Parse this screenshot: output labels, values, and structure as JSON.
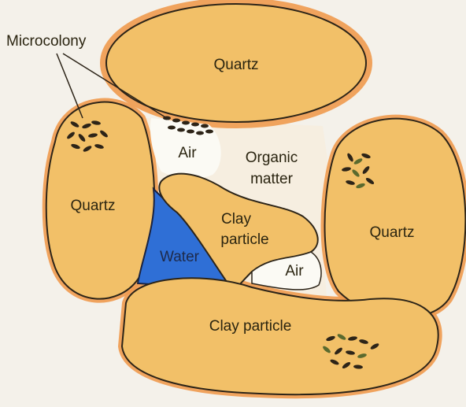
{
  "labels": {
    "microcolony": "Microcolony",
    "quartz_top": "Quartz",
    "quartz_left": "Quartz",
    "quartz_right": "Quartz",
    "air_top": "Air",
    "organic_matter_line1": "Organic",
    "organic_matter_line2": "matter",
    "clay_center_line1": "Clay",
    "clay_center_line2": "particle",
    "water": "Water",
    "air_bottom": "Air",
    "clay_bottom": "Clay particle"
  },
  "colors": {
    "quartz_fill": "#f2c068",
    "clay_fill": "#f2c068",
    "halo": "#ef9a4e",
    "water": "#2f6fd6",
    "air": "#fbfaf4",
    "organic_matter": "#f6eee0",
    "outline": "#2c2418",
    "cells": "#2d2418"
  }
}
